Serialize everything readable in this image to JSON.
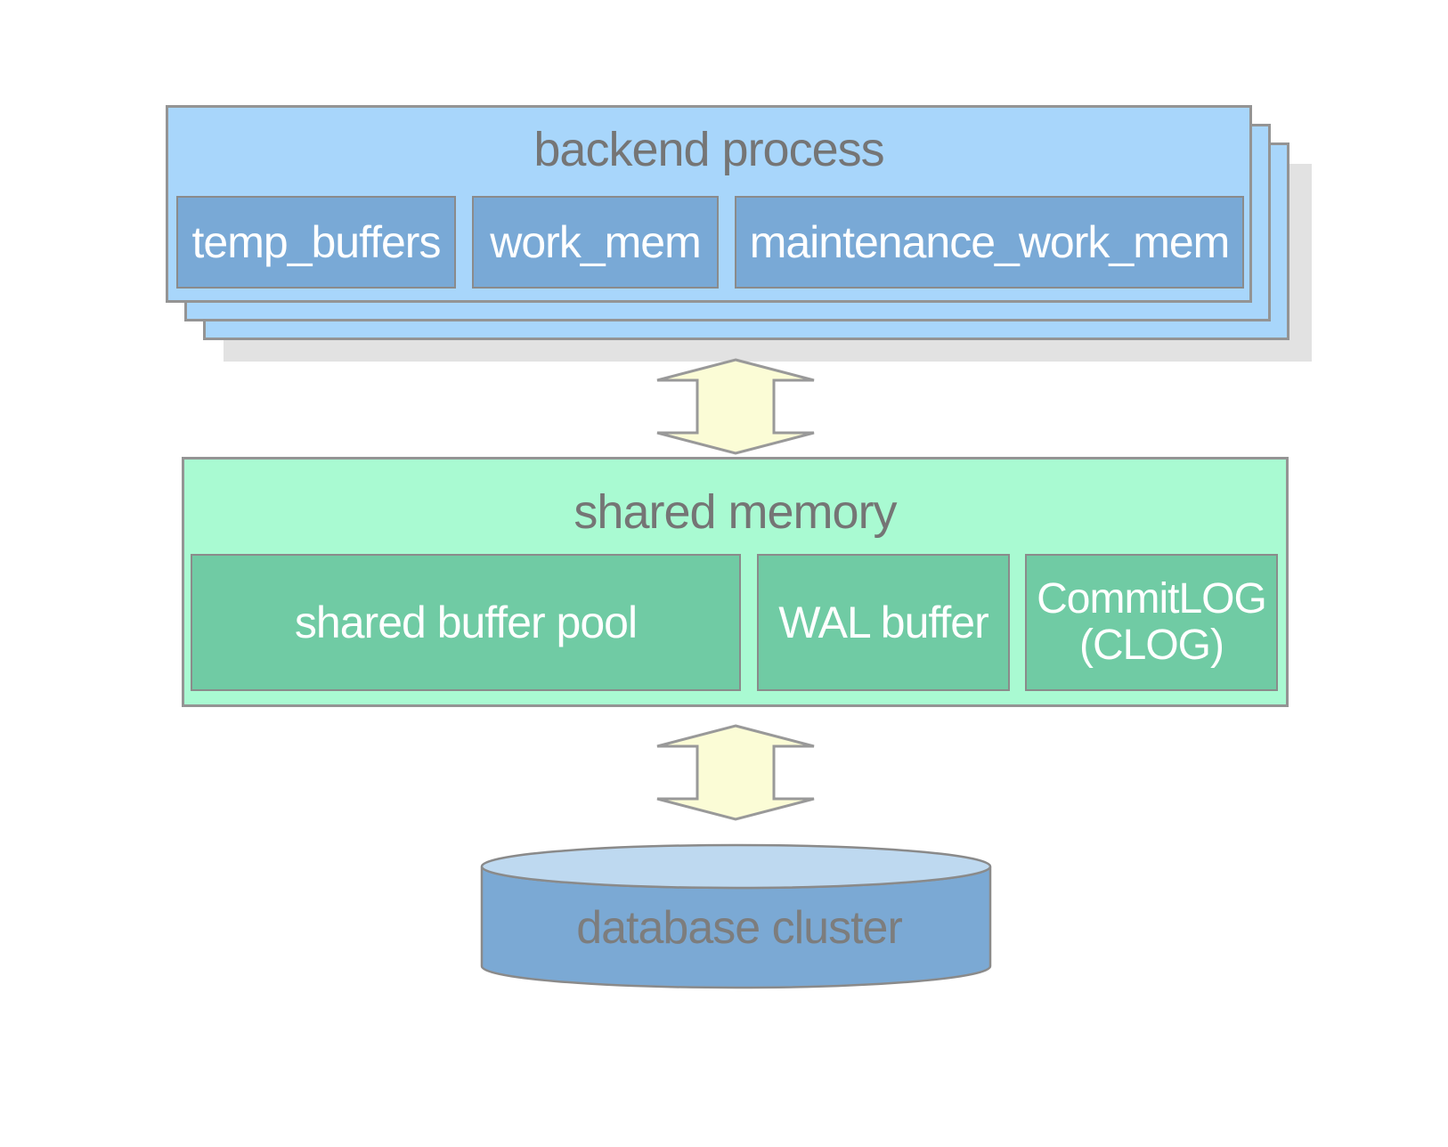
{
  "backend": {
    "title": "backend process",
    "boxes": [
      "temp_buffers",
      "work_mem",
      "maintenance_work_mem"
    ]
  },
  "shared_memory": {
    "title": "shared memory",
    "boxes": [
      "shared buffer pool",
      "WAL buffer",
      "CommitLOG\n(CLOG)"
    ]
  },
  "database": {
    "label": "database cluster"
  },
  "colors": {
    "backend_fill": "#A8D6FB",
    "backend_inner_fill": "#79A9D6",
    "shared_fill": "#A9FAD2",
    "shared_inner_fill": "#70CBA4",
    "arrow_fill": "#FBFCD6",
    "cylinder_body_fill": "#7BA9D4",
    "cylinder_top_fill": "#BED9F0",
    "stack_shadow": "#E2E2E2",
    "border_gray": "#949494",
    "title_text": "#757575",
    "inner_label_text": "#FFFFFF",
    "cylinder_text": "#7D7D7D"
  }
}
